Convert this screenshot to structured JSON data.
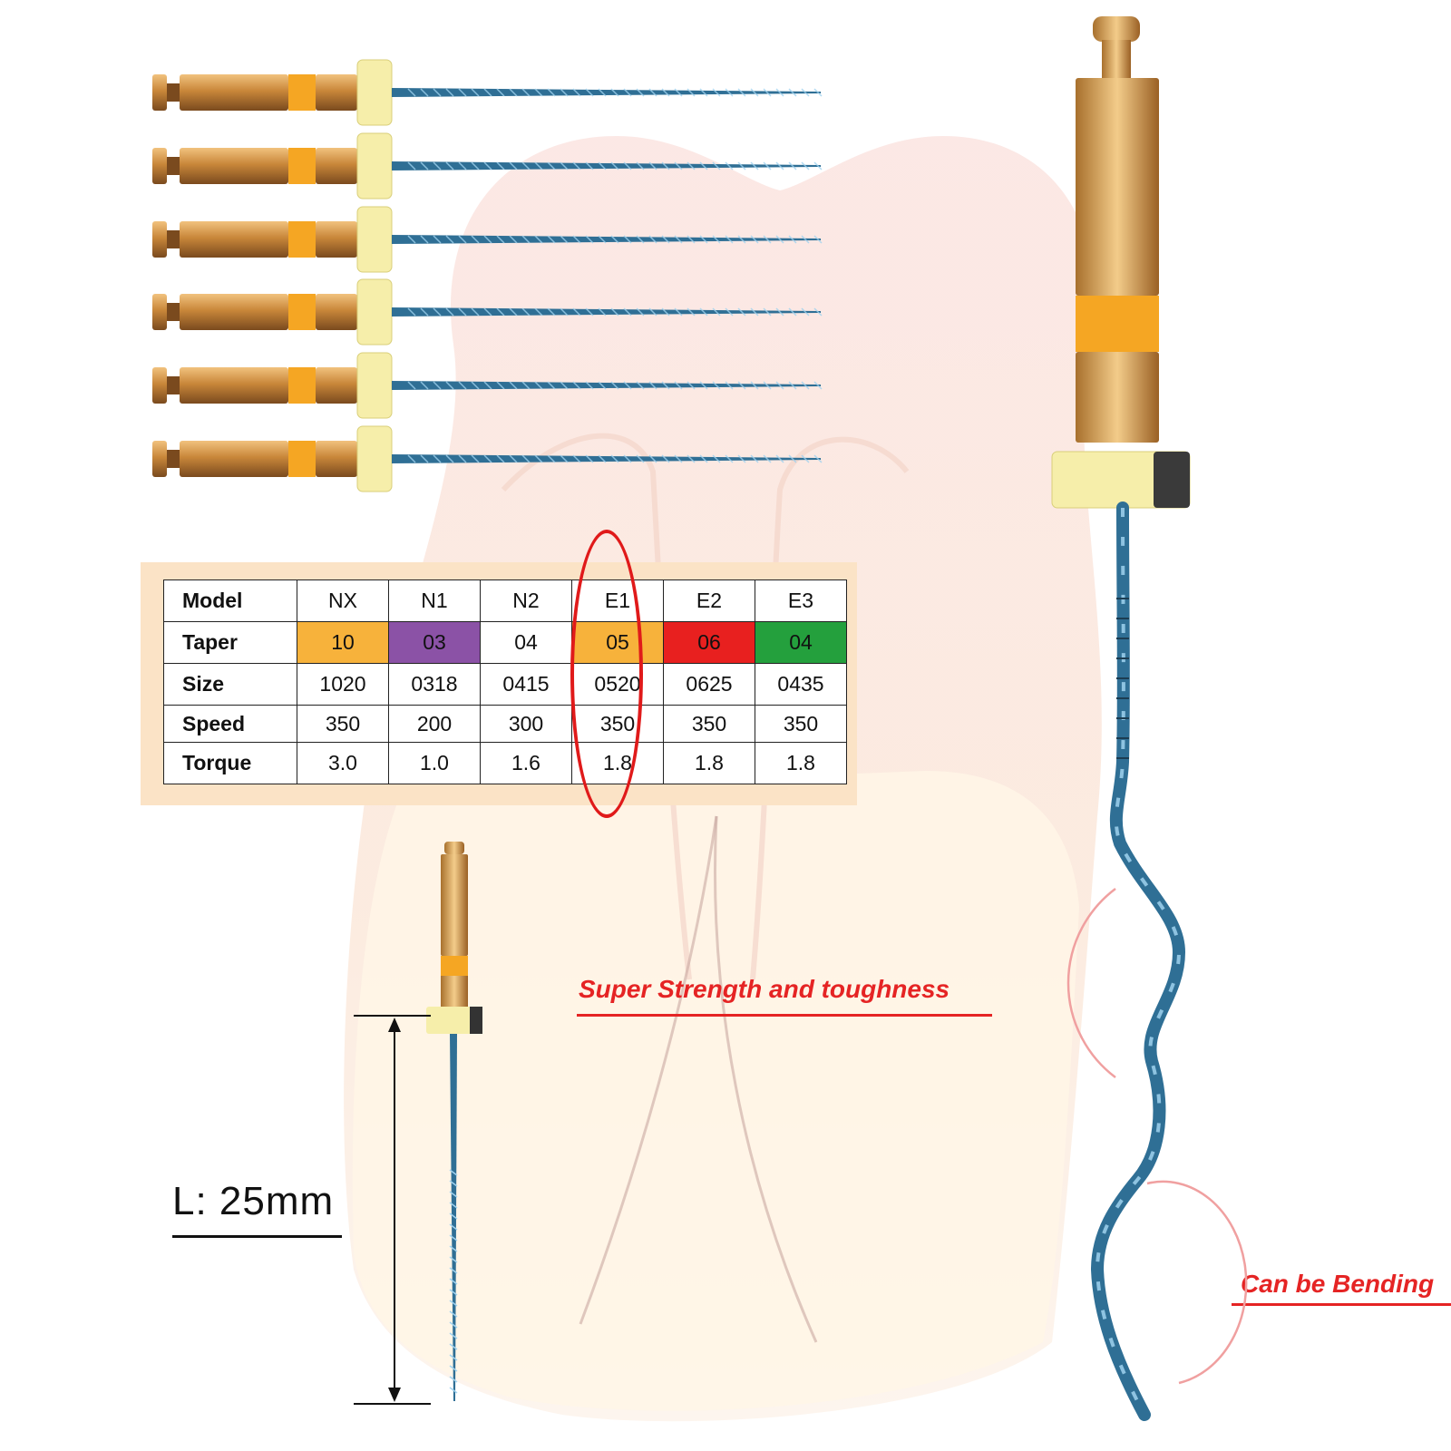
{
  "spec_table": {
    "rows": [
      {
        "label": "Model",
        "cells": [
          "NX",
          "N1",
          "N2",
          "E1",
          "E2",
          "E3"
        ]
      },
      {
        "label": "Taper",
        "cells": [
          "10",
          "03",
          "04",
          "05",
          "06",
          "04"
        ]
      },
      {
        "label": "Size",
        "cells": [
          "1020",
          "0318",
          "0415",
          "0520",
          "0625",
          "0435"
        ]
      },
      {
        "label": "Speed",
        "cells": [
          "350",
          "200",
          "300",
          "350",
          "350",
          "350"
        ]
      },
      {
        "label": "Torque",
        "cells": [
          "3.0",
          "1.0",
          "1.6",
          "1.8",
          "1.8",
          "1.8"
        ]
      }
    ],
    "taper_colors": [
      "#f7b23b",
      "#8b52a6",
      "#ffffff",
      "#f7b23b",
      "#e8201f",
      "#24a03d"
    ]
  },
  "callouts": {
    "strength": "Super Strength and toughness",
    "bending": "Can be Bending"
  },
  "length_label": "L:  25mm",
  "colors": {
    "accent_red": "#e52424",
    "file_blue": "#2f6f95",
    "handle_gold": "#c9873a",
    "stopper_yellow": "#f6eeaa",
    "panel_bg": "#fbe3c6"
  },
  "icons": {
    "files": "rotary-endodontic-file-icon",
    "background": "tooth-silhouette"
  }
}
